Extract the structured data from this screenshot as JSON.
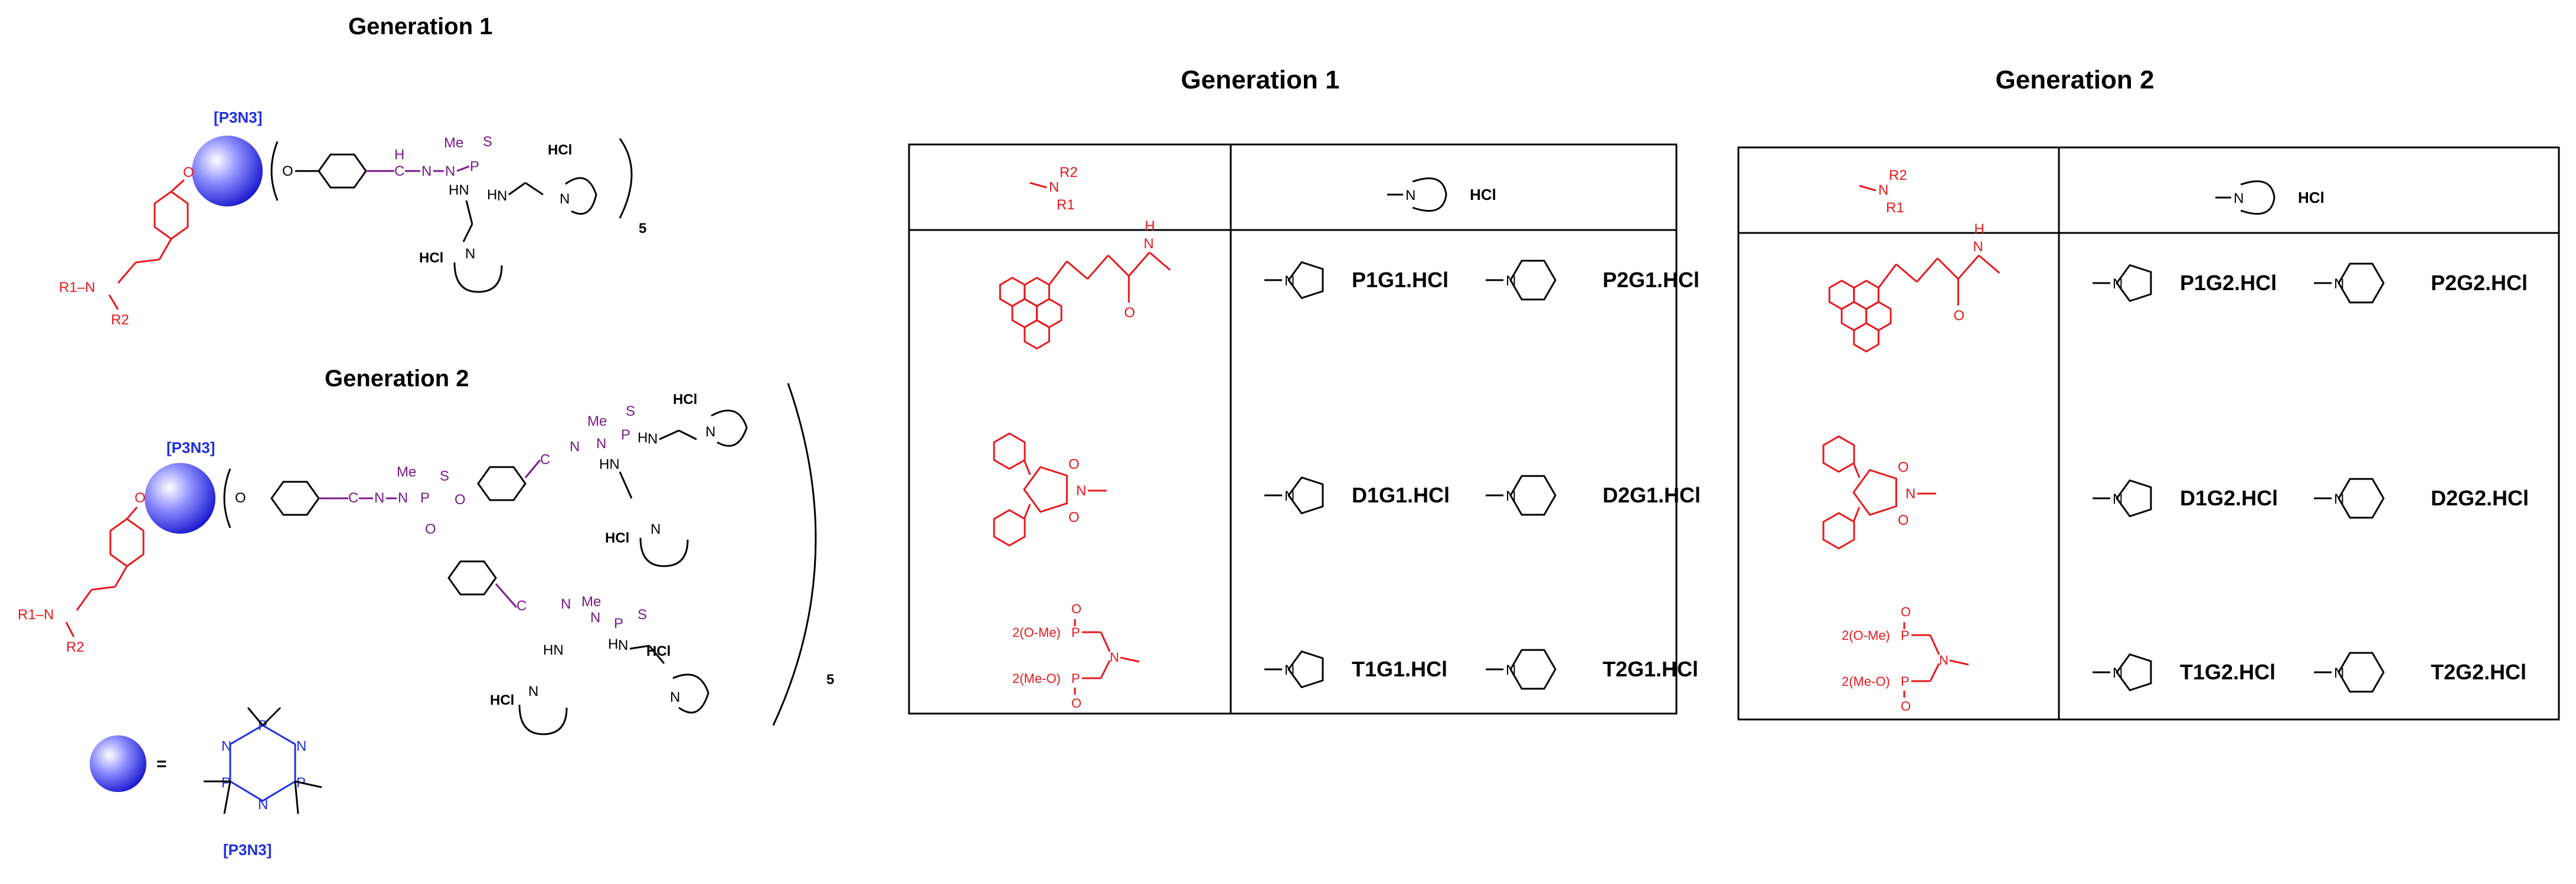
{
  "left_panel": {
    "gen1_title": "Generation 1",
    "gen2_title": "Generation 2",
    "core_label": "[P3N3]",
    "core_label_bottom": "[P3N3]",
    "substituent": "R1–N",
    "r2": "R2",
    "hcl": "HCl",
    "me": "Me",
    "s": "S",
    "n": "N",
    "hn": "HN",
    "h": "H",
    "p": "P",
    "o": "O",
    "c": "C",
    "repeat": "5",
    "equals": "="
  },
  "tables": [
    {
      "title": "Generation 1",
      "amine_header": "HCl",
      "r_header": {
        "r1": "R1",
        "r2": "R2",
        "n": "N"
      },
      "rows": [
        {
          "r_group": "pyrene",
          "compound_a": "P1G1.HCl",
          "compound_b": "P2G1.HCl"
        },
        {
          "r_group": "maleimide",
          "compound_a": "D1G1.HCl",
          "compound_b": "D2G1.HCl"
        },
        {
          "r_group": "phosphonate",
          "compound_a": "T1G1.HCl",
          "compound_b": "T2G1.HCl"
        }
      ]
    },
    {
      "title": "Generation 2",
      "amine_header": "HCl",
      "r_header": {
        "r1": "R1",
        "r2": "R2",
        "n": "N"
      },
      "rows": [
        {
          "r_group": "pyrene",
          "compound_a": "P1G2.HCl",
          "compound_b": "P2G2.HCl"
        },
        {
          "r_group": "maleimide",
          "compound_a": "D1G2.HCl",
          "compound_b": "D2G2.HCl"
        },
        {
          "r_group": "phosphonate",
          "compound_a": "T1G2.HCl",
          "compound_b": "T2G2.HCl"
        }
      ]
    }
  ],
  "r_group_text": {
    "amide_h": "H",
    "amide_n": "N",
    "o": "O",
    "n": "N",
    "phos_top": "2(O-Me)",
    "phos_bottom": "2(Me-O)",
    "p": "P"
  },
  "colors": {
    "red": "#e8191c",
    "purple": "#7a1a8a",
    "blue": "#1f2fe0"
  }
}
